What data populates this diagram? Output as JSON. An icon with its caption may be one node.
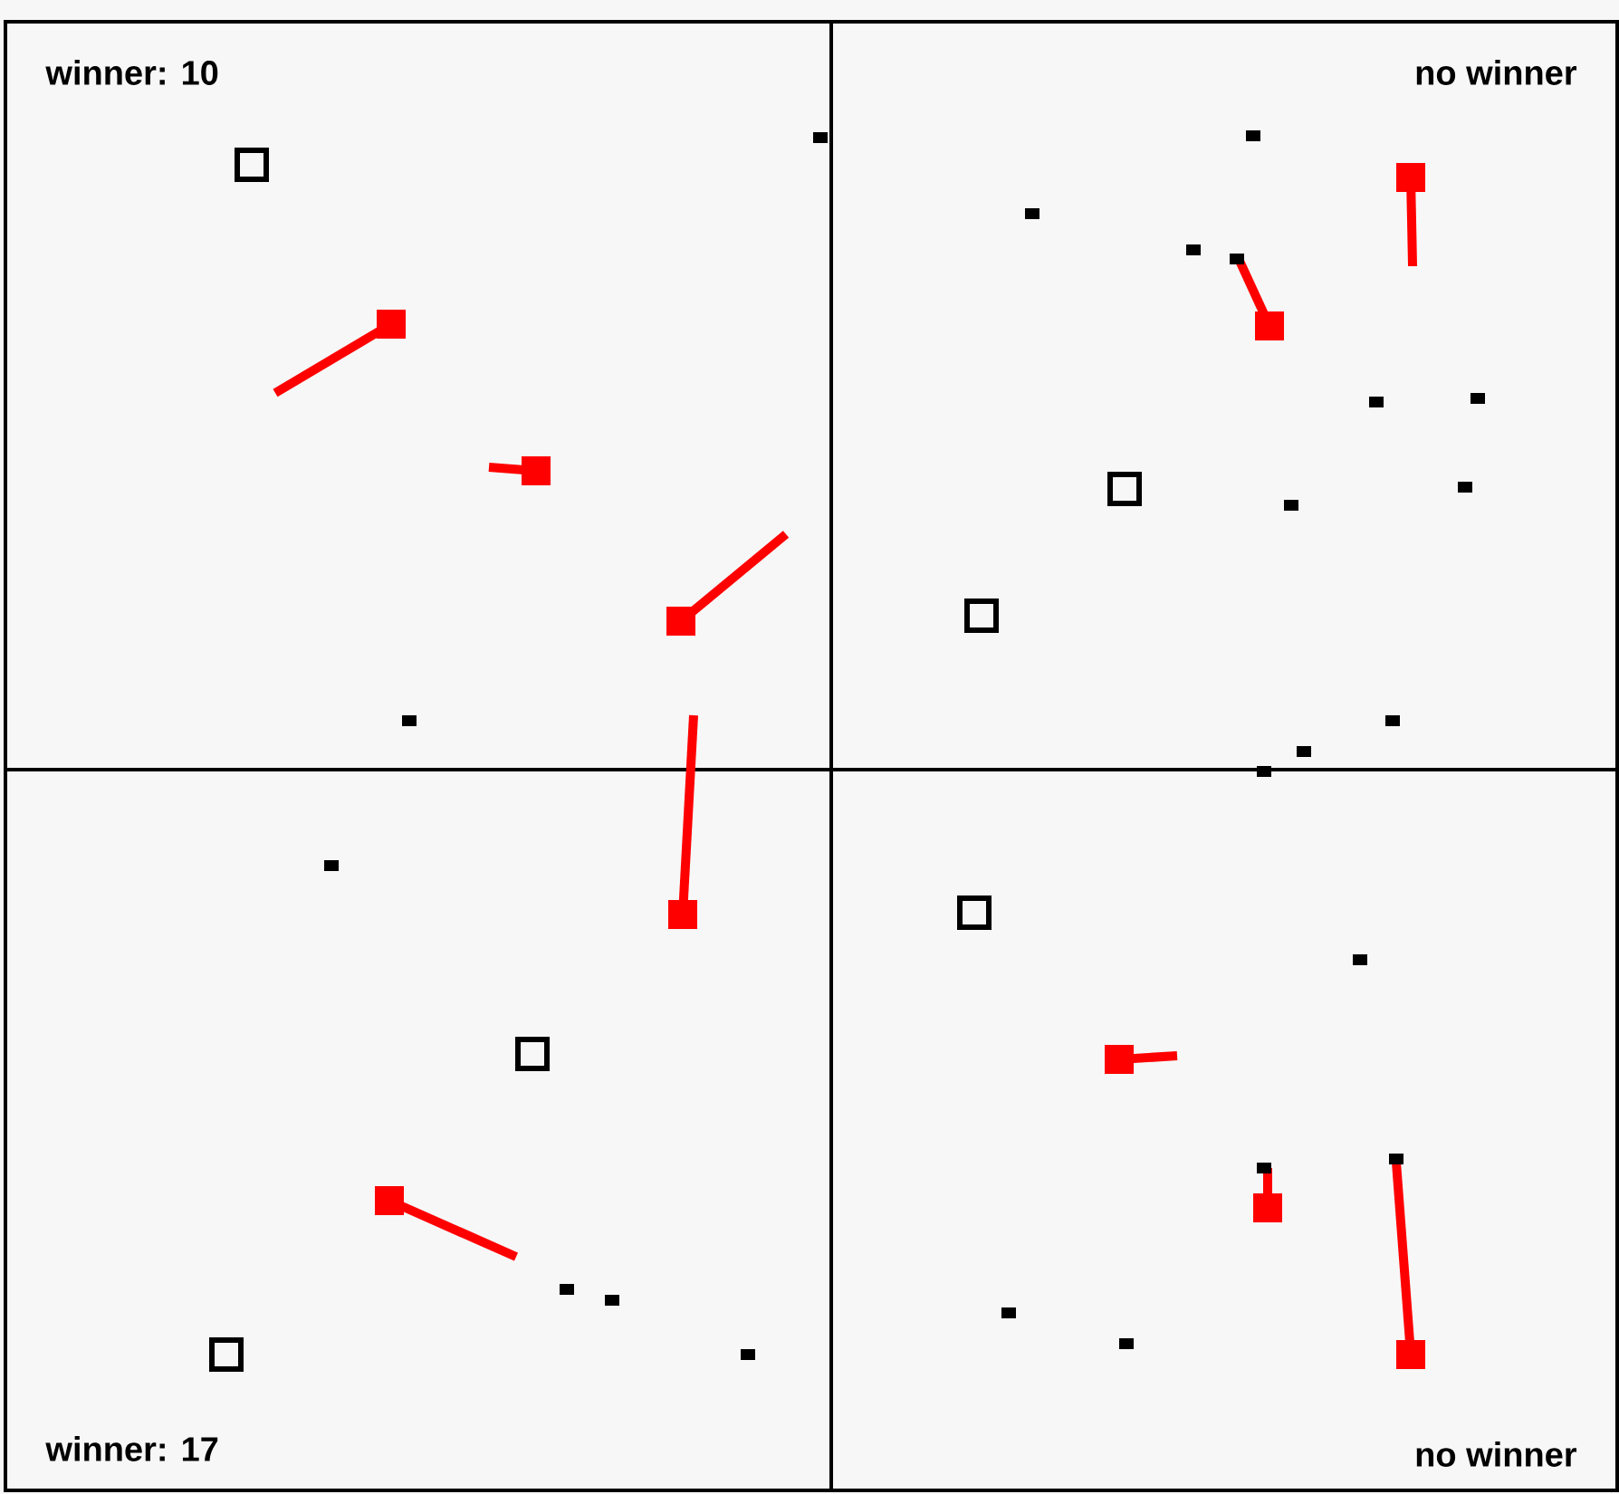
{
  "diagram": {
    "labels": [
      "winner: 10",
      "no winner",
      "winner: 17",
      "no winner"
    ]
  }
}
